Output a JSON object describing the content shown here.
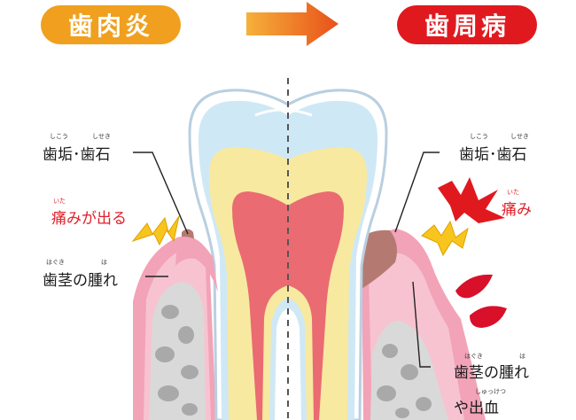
{
  "left_title": "歯肉炎",
  "right_title": "歯周病",
  "left": {
    "plaque_label": "歯垢･歯石",
    "plaque_ruby_1": "しこう",
    "plaque_ruby_2": "しせき",
    "pain_label": "痛みが出る",
    "pain_ruby": "いた",
    "gum_label": "歯茎の腫れ",
    "gum_ruby_1": "はぐき",
    "gum_ruby_2": "は"
  },
  "right": {
    "plaque_label": "歯垢･歯石",
    "plaque_ruby_1": "しこう",
    "plaque_ruby_2": "しせき",
    "pain_label": "痛み",
    "pain_ruby": "いた",
    "gum_label_1": "歯茎の腫れ",
    "gum_label_2": "や出血",
    "gum_ruby_1": "はぐき",
    "gum_ruby_2": "は",
    "bleed_ruby": "しゅっけつ"
  },
  "colors": {
    "gingivitis": "#f0a01e",
    "periodontitis": "#e0191f",
    "arrow": "#f07a10",
    "gum": "#f2a3b8",
    "bone": "#d9d9d9",
    "enamel": "#cfe8f5",
    "dentin": "#f8e9a0",
    "pulp": "#ea6b72",
    "tartar": "#b47a72",
    "blood": "#d8102a"
  }
}
